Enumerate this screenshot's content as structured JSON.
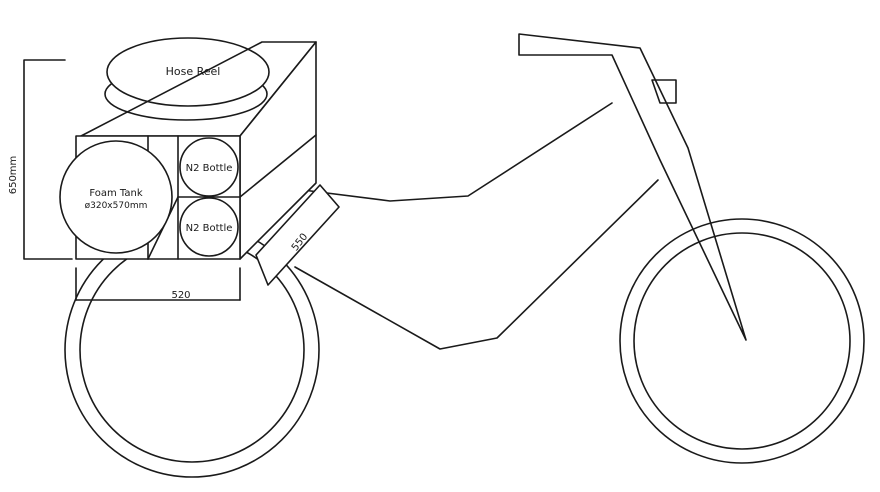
{
  "labels": {
    "hose_reel": "Hose Reel",
    "foam_tank_name": "Foam Tank",
    "foam_tank_size": "ø320x570mm",
    "n2_bottle_top": "N2 Bottle",
    "n2_bottle_bottom": "N2 Bottle"
  },
  "dimensions": {
    "height": "650mm",
    "width": "520",
    "bracket": "550"
  }
}
